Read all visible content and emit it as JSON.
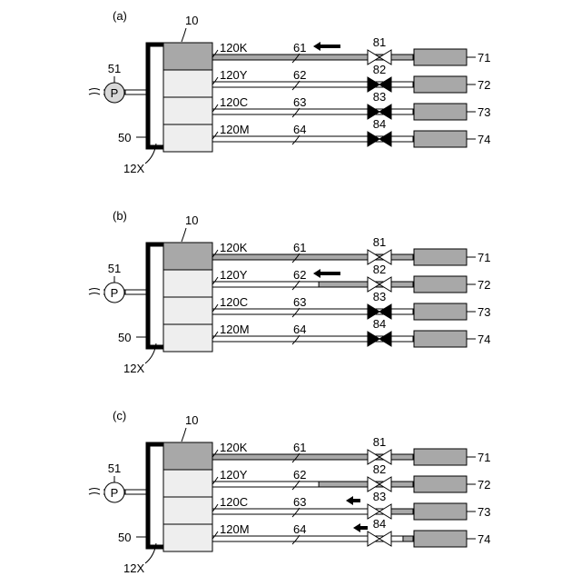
{
  "panels": [
    {
      "panel_label": "(a)",
      "ref_unit": "10",
      "ref_pump": "51",
      "pump_symbol": "P",
      "ref_manifold": "50",
      "ref_corner": "12X",
      "rows": [
        {
          "chamber": "120K",
          "pipe": "61",
          "valve": "81",
          "cartridge": "71",
          "valve_state": "open",
          "pipe_fill": 1.0,
          "flow_arrow": true
        },
        {
          "chamber": "120Y",
          "pipe": "62",
          "valve": "82",
          "cartridge": "72",
          "valve_state": "closed",
          "pipe_fill": 0.0,
          "flow_arrow": false
        },
        {
          "chamber": "120C",
          "pipe": "63",
          "valve": "83",
          "cartridge": "73",
          "valve_state": "closed",
          "pipe_fill": 0.0,
          "flow_arrow": false
        },
        {
          "chamber": "120M",
          "pipe": "64",
          "valve": "84",
          "cartridge": "74",
          "valve_state": "closed",
          "pipe_fill": 0.0,
          "flow_arrow": false
        }
      ],
      "shaded_chambers": 1
    },
    {
      "panel_label": "(b)",
      "ref_unit": "10",
      "ref_pump": "51",
      "pump_symbol": "P",
      "ref_manifold": "50",
      "ref_corner": "12X",
      "rows": [
        {
          "chamber": "120K",
          "pipe": "61",
          "valve": "81",
          "cartridge": "71",
          "valve_state": "open",
          "pipe_fill": 1.0,
          "flow_arrow": false
        },
        {
          "chamber": "120Y",
          "pipe": "62",
          "valve": "82",
          "cartridge": "72",
          "valve_state": "open",
          "pipe_fill": 0.47,
          "flow_arrow": true
        },
        {
          "chamber": "120C",
          "pipe": "63",
          "valve": "83",
          "cartridge": "73",
          "valve_state": "closed",
          "pipe_fill": 0.0,
          "flow_arrow": false
        },
        {
          "chamber": "120M",
          "pipe": "64",
          "valve": "84",
          "cartridge": "74",
          "valve_state": "closed",
          "pipe_fill": 0.0,
          "flow_arrow": false
        }
      ],
      "shaded_chambers": 1
    },
    {
      "panel_label": "(c)",
      "ref_unit": "10",
      "ref_pump": "51",
      "pump_symbol": "P",
      "ref_manifold": "50",
      "ref_corner": "12X",
      "rows": [
        {
          "chamber": "120K",
          "pipe": "61",
          "valve": "81",
          "cartridge": "71",
          "valve_state": "open",
          "pipe_fill": 1.0,
          "flow_arrow": false
        },
        {
          "chamber": "120Y",
          "pipe": "62",
          "valve": "82",
          "cartridge": "72",
          "valve_state": "open",
          "pipe_fill": 0.47,
          "flow_arrow": false
        },
        {
          "chamber": "120C",
          "pipe": "63",
          "valve": "83",
          "cartridge": "73",
          "valve_state": "open",
          "pipe_fill": 0.13,
          "flow_arrow": true
        },
        {
          "chamber": "120M",
          "pipe": "64",
          "valve": "84",
          "cartridge": "74",
          "valve_state": "open",
          "pipe_fill": 0.05,
          "flow_arrow": true
        }
      ],
      "shaded_chambers": 1
    }
  ],
  "colors": {
    "line": "#000000",
    "fill_gray": "#a8a8a8",
    "chamber_light": "#eeeeee",
    "background": "#ffffff"
  }
}
